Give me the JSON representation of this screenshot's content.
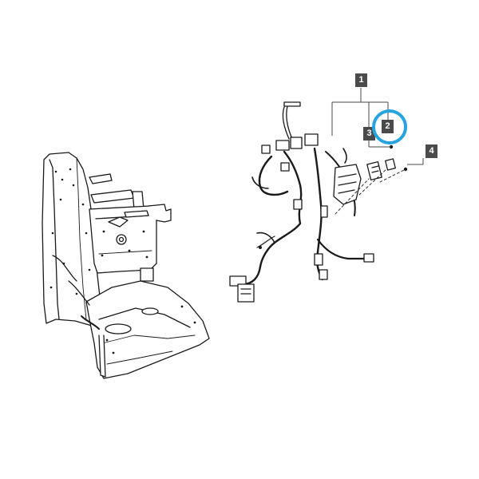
{
  "diagram": {
    "callouts": [
      {
        "id": "callout-1",
        "label": "1"
      },
      {
        "id": "callout-2",
        "label": "2"
      },
      {
        "id": "callout-3",
        "label": "3"
      },
      {
        "id": "callout-4",
        "label": "4"
      }
    ],
    "highlighted_callout": "2",
    "colors": {
      "line_art": "#1a1a1a",
      "callout_background": "#4a4a4a",
      "callout_text": "#ffffff",
      "highlight_ring": "#29a3dc",
      "background": "#ffffff"
    }
  }
}
